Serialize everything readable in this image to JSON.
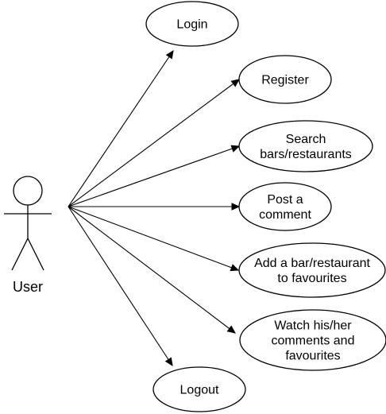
{
  "actor": {
    "label": "User"
  },
  "use_cases": [
    {
      "id": "login",
      "lines": [
        "Login"
      ]
    },
    {
      "id": "register",
      "lines": [
        "Register"
      ]
    },
    {
      "id": "search",
      "lines": [
        "Search",
        "bars/restaurants"
      ]
    },
    {
      "id": "post-comment",
      "lines": [
        "Post a",
        "comment"
      ]
    },
    {
      "id": "add-favourites",
      "lines": [
        "Add a bar/restaurant",
        "to favourites"
      ]
    },
    {
      "id": "watch-comments",
      "lines": [
        "Watch his/her",
        "comments and",
        "favourites"
      ]
    },
    {
      "id": "logout",
      "lines": [
        "Logout"
      ]
    }
  ]
}
